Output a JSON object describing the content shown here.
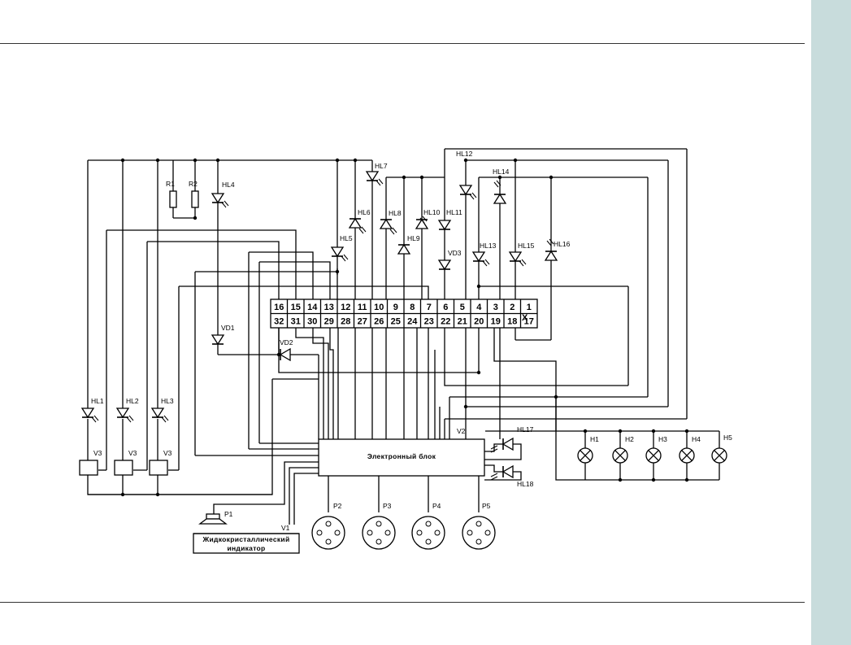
{
  "diagram": {
    "connector": {
      "name": "X",
      "top_pins": [
        "16",
        "15",
        "14",
        "13",
        "12",
        "11",
        "10",
        "9",
        "8",
        "7",
        "6",
        "5",
        "4",
        "3",
        "2",
        "1"
      ],
      "bottom_pins": [
        "32",
        "31",
        "30",
        "29",
        "28",
        "27",
        "26",
        "25",
        "24",
        "23",
        "22",
        "21",
        "20",
        "19",
        "18",
        "17"
      ]
    },
    "resistors": [
      "R1",
      "R2"
    ],
    "hl_top": {
      "hl4": "HL4",
      "hl5": "HL5",
      "hl6": "HL6",
      "hl7": "HL7",
      "hl8": "HL8",
      "hl9": "HL9",
      "hl10": "HL10",
      "hl11": "HL11",
      "hl12": "HL12",
      "hl13": "HL13",
      "hl14": "HL14",
      "hl15": "HL15",
      "hl16": "HL16"
    },
    "hl_left": [
      "HL1",
      "HL2",
      "HL3"
    ],
    "sensors": [
      "V3",
      "V3",
      "V3"
    ],
    "hl_right": {
      "hl17": "HL17",
      "hl18": "HL18"
    },
    "diodes": {
      "vd1": "VD1",
      "vd2": "VD2",
      "vd3": "VD3"
    },
    "lamps": [
      "H1",
      "H2",
      "H3",
      "H4",
      "H5"
    ],
    "encoders": [
      "P2",
      "P3",
      "P4",
      "P5"
    ],
    "electronic_block": "Электронный блок",
    "v2": "V2",
    "v1": "V1",
    "p1": "P1",
    "lcd_line1": "Жидкокристаллический",
    "lcd_line2": "индикатор"
  }
}
